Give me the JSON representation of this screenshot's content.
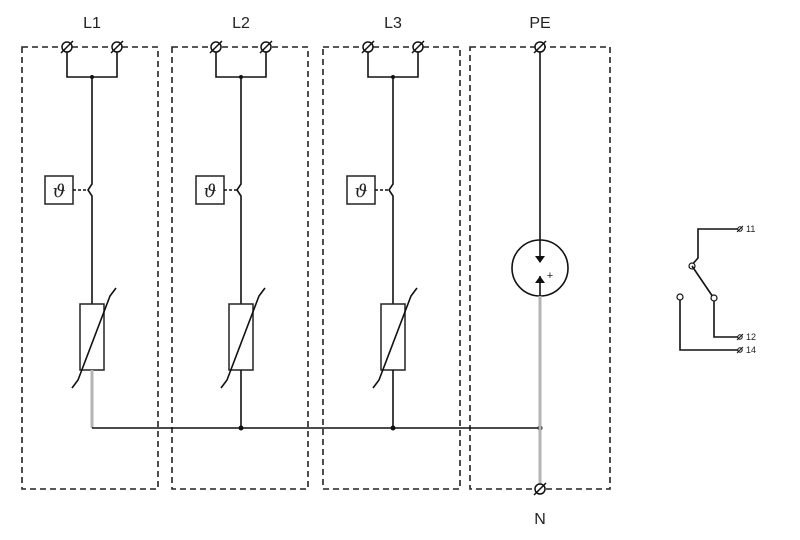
{
  "modules": [
    {
      "label": "L1"
    },
    {
      "label": "L2"
    },
    {
      "label": "L3"
    },
    {
      "label": "PE"
    }
  ],
  "neutral_label": "N",
  "thermal_symbol": "ϑ",
  "gdt_plus": "+",
  "contact": {
    "pins": [
      "11",
      "12",
      "14"
    ]
  }
}
